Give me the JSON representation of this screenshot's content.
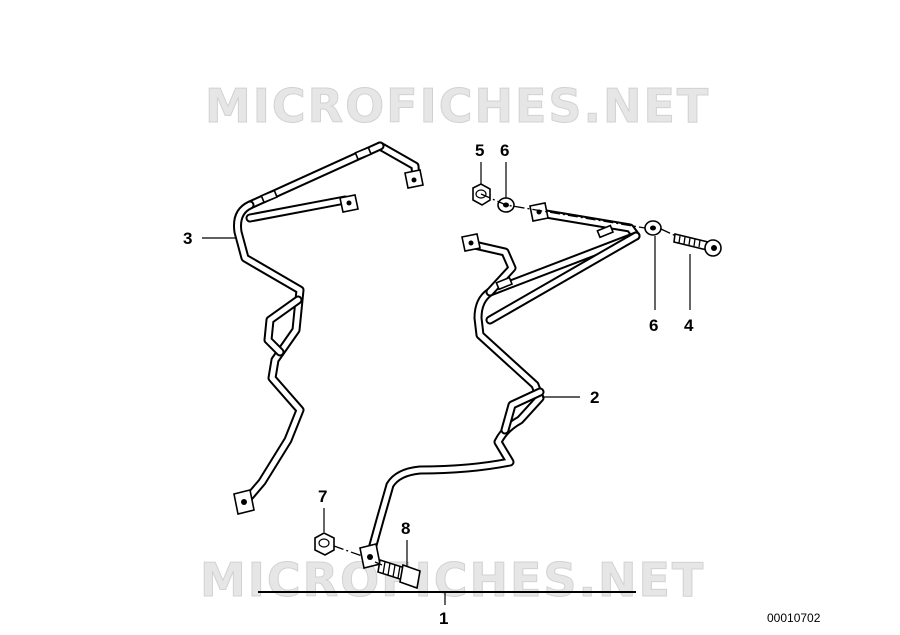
{
  "watermark": {
    "top": "MICROFICHES.NET",
    "bottom": "MICROFICHES.NET"
  },
  "callouts": {
    "c1": "1",
    "c2": "2",
    "c3": "3",
    "c4": "4",
    "c5": "5",
    "c6a": "6",
    "c6b": "6",
    "c7": "7",
    "c8": "8"
  },
  "diagram_id": "00010702"
}
